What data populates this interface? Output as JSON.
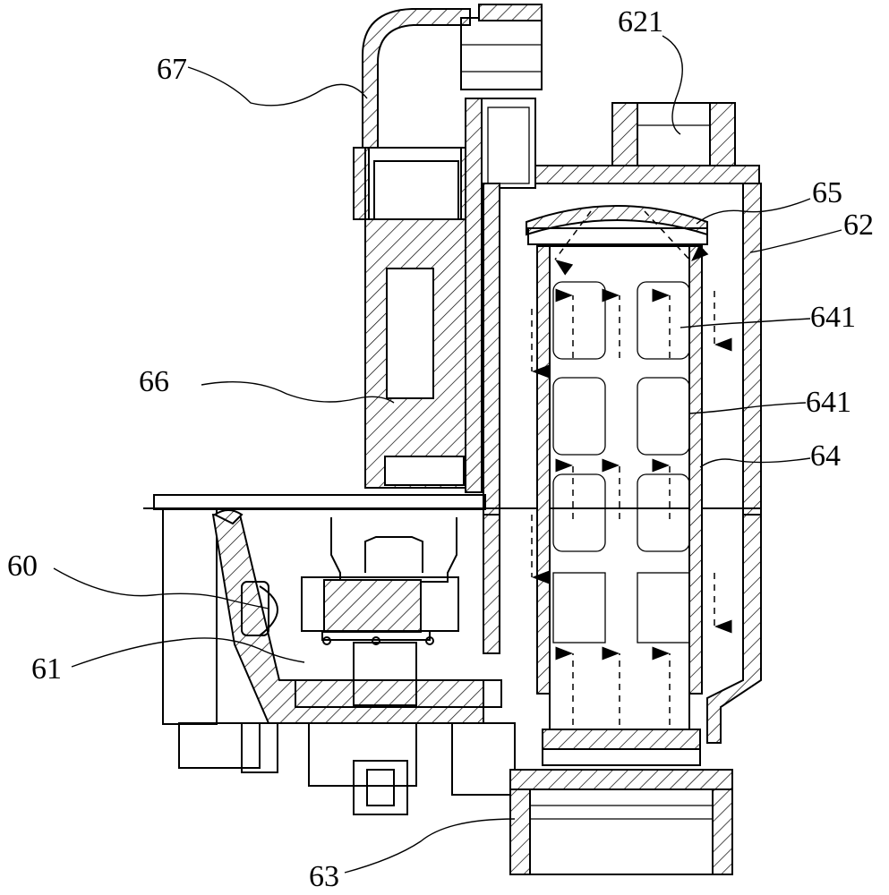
{
  "labels": {
    "l621": "621",
    "l67": "67",
    "l65": "65",
    "l62": "62",
    "l641a": "641",
    "l66": "66",
    "l641b": "641",
    "l64": "64",
    "l60": "60",
    "l61": "61",
    "l63": "63"
  }
}
